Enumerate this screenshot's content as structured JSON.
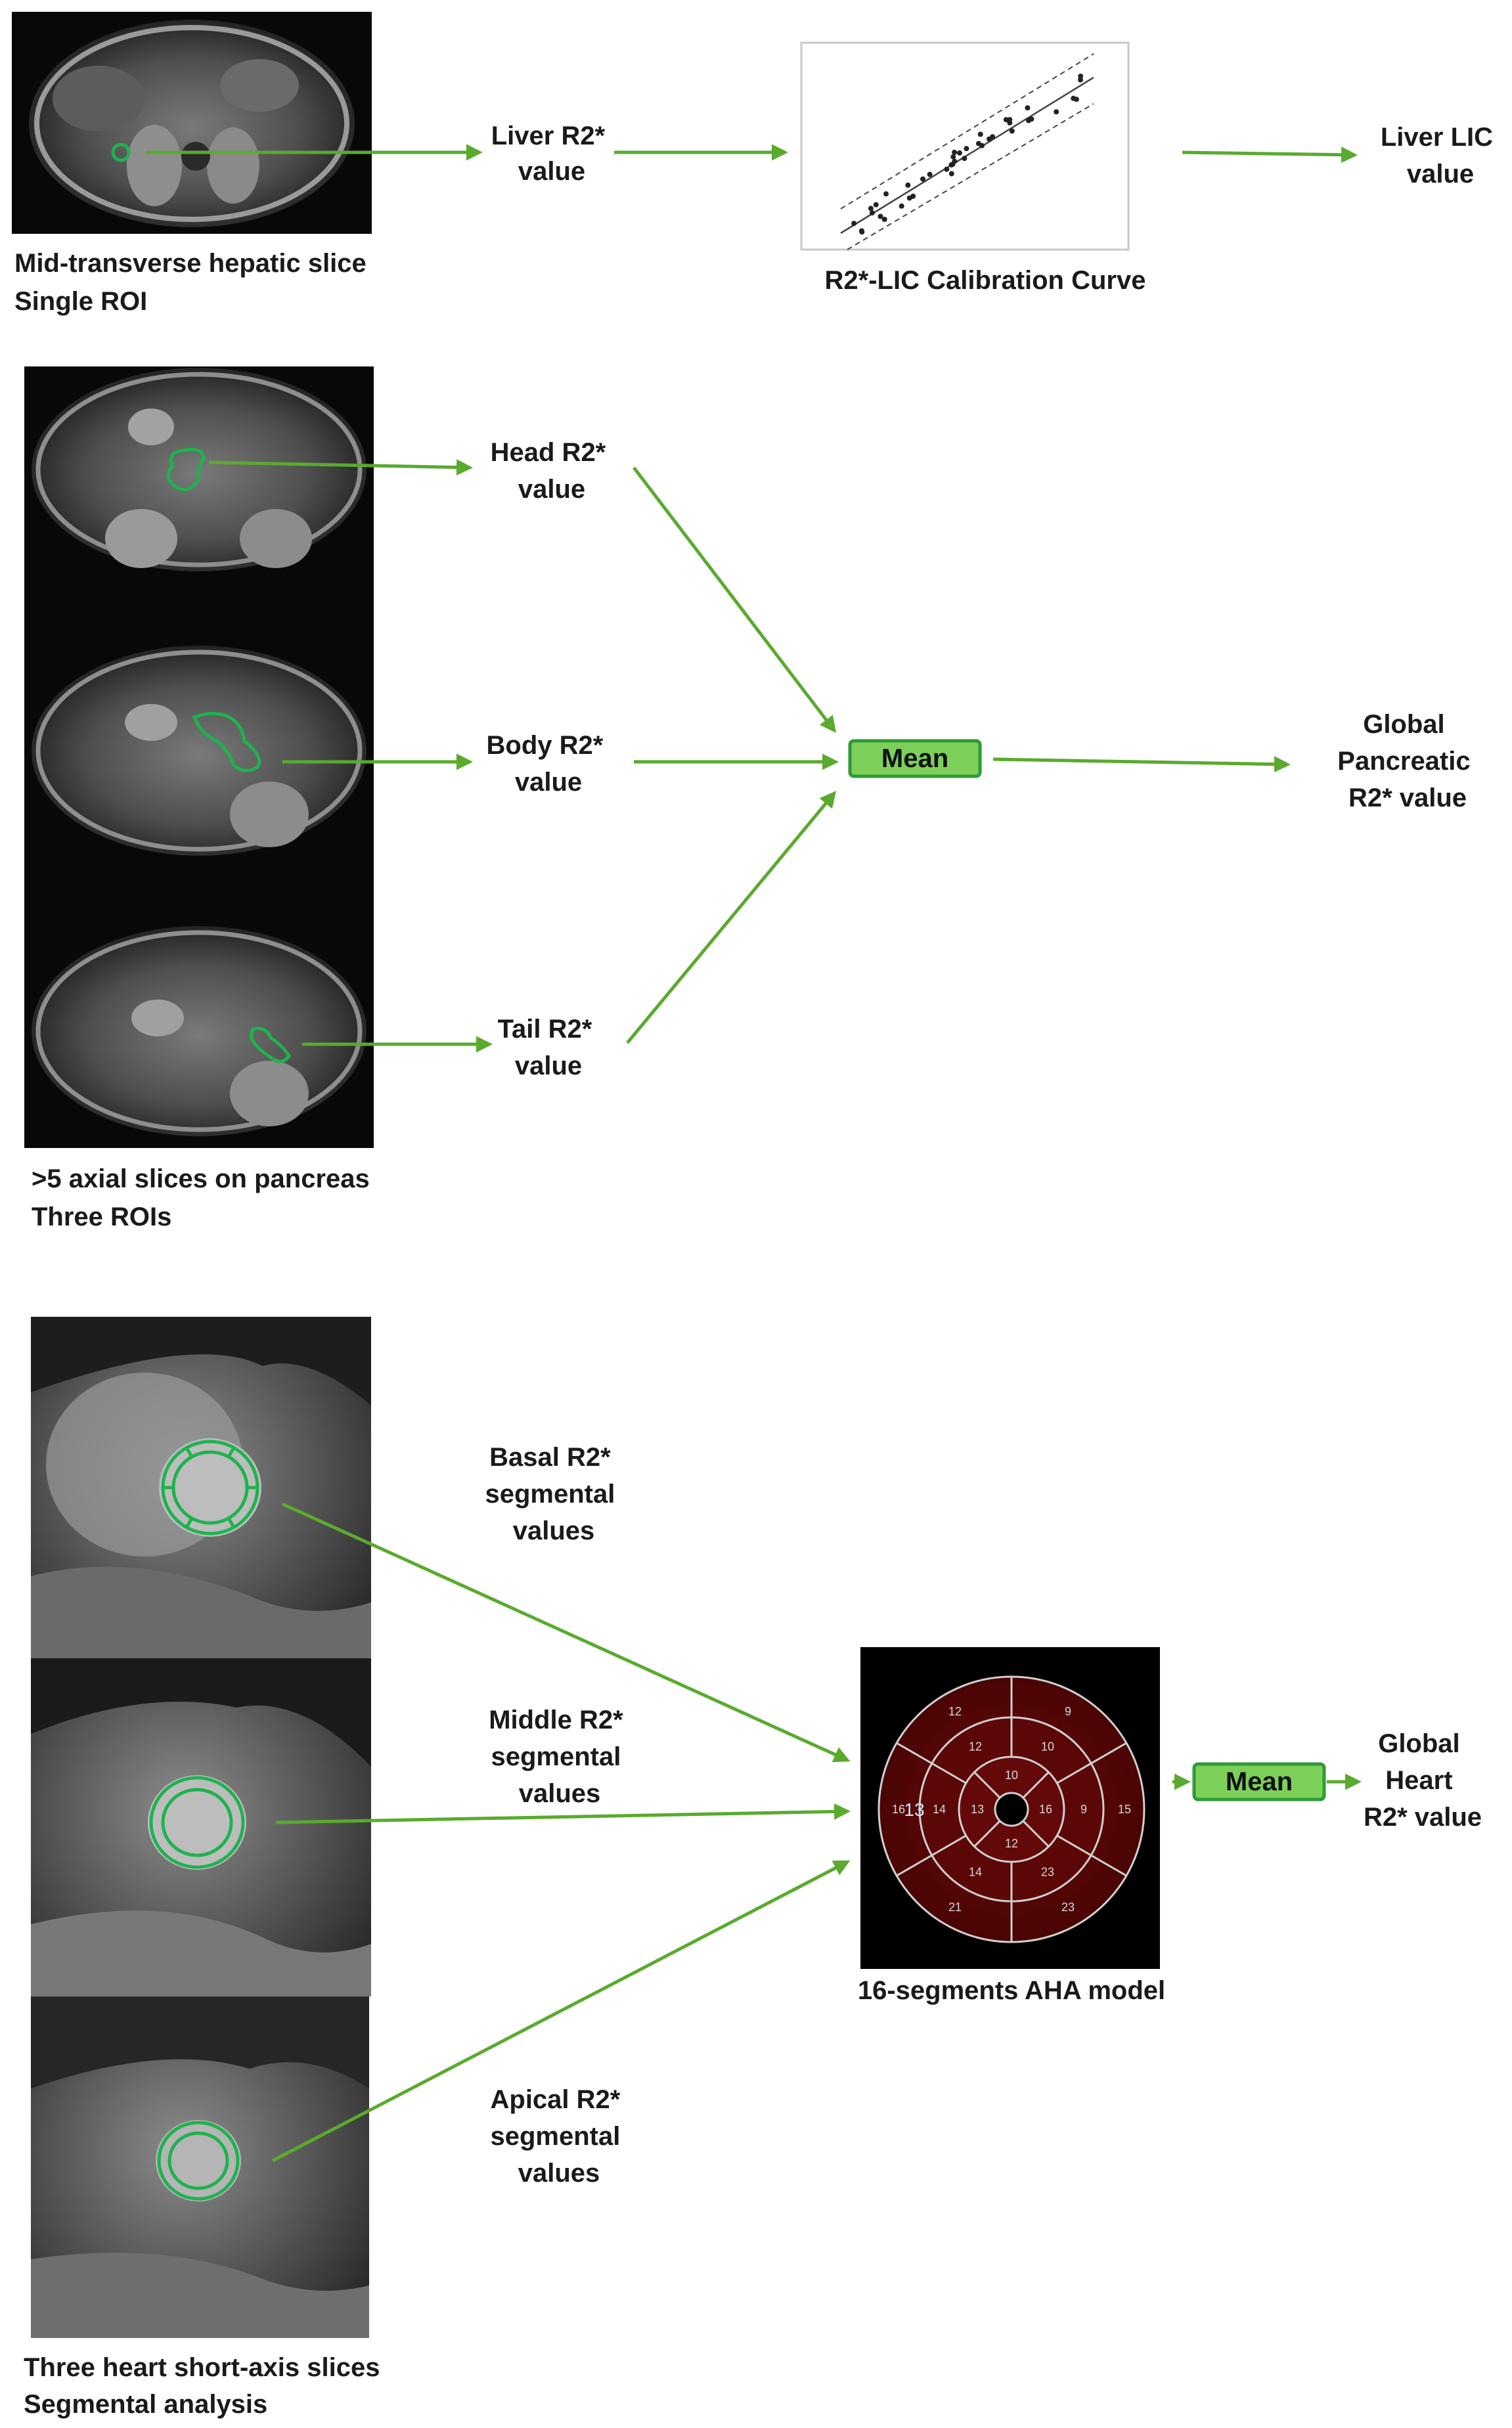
{
  "liver": {
    "roi_caption": [
      "Mid-transverse hepatic slice",
      "Single ROI"
    ],
    "r2_label": [
      "Liver R2*",
      "value"
    ],
    "curve_caption": "R2*-LIC Calibration Curve",
    "lic_label": [
      "Liver LIC",
      "value"
    ]
  },
  "pancreas": {
    "head_label": [
      "Head R2*",
      "value"
    ],
    "body_label": [
      "Body R2*",
      "value"
    ],
    "tail_label": [
      "Tail R2*",
      "value"
    ],
    "mean_label": "Mean",
    "global_label": [
      "Global",
      "Pancreatic",
      "R2* value"
    ],
    "caption": [
      ">5 axial slices on pancreas",
      "Three ROIs"
    ]
  },
  "heart": {
    "basal_label": [
      "Basal R2*",
      "segmental",
      "values"
    ],
    "middle_label": [
      "Middle R2*",
      "segmental",
      "values"
    ],
    "apical_label": [
      "Apical R2*",
      "segmental",
      "values"
    ],
    "model_caption": "16-segments AHA model",
    "mean_label": "Mean",
    "global_label": [
      "Global",
      "Heart",
      "R2* value"
    ],
    "caption": [
      "Three heart short-axis slices",
      "Segmental analysis"
    ],
    "segment_labels": {
      "outer": [
        "9",
        "15",
        "23",
        "21",
        "16",
        "12"
      ],
      "middle": [
        "10",
        "9",
        "23",
        "14",
        "14",
        "12"
      ],
      "inner": [
        "10",
        "16",
        "12",
        "13"
      ],
      "highlight": "13"
    }
  },
  "colors": {
    "arrow": "#5aaa2e",
    "roi": "#1db34e",
    "mean_fill": "#7cd05a",
    "mean_stroke": "#2f9a34",
    "bullseye": "#5a0606"
  }
}
